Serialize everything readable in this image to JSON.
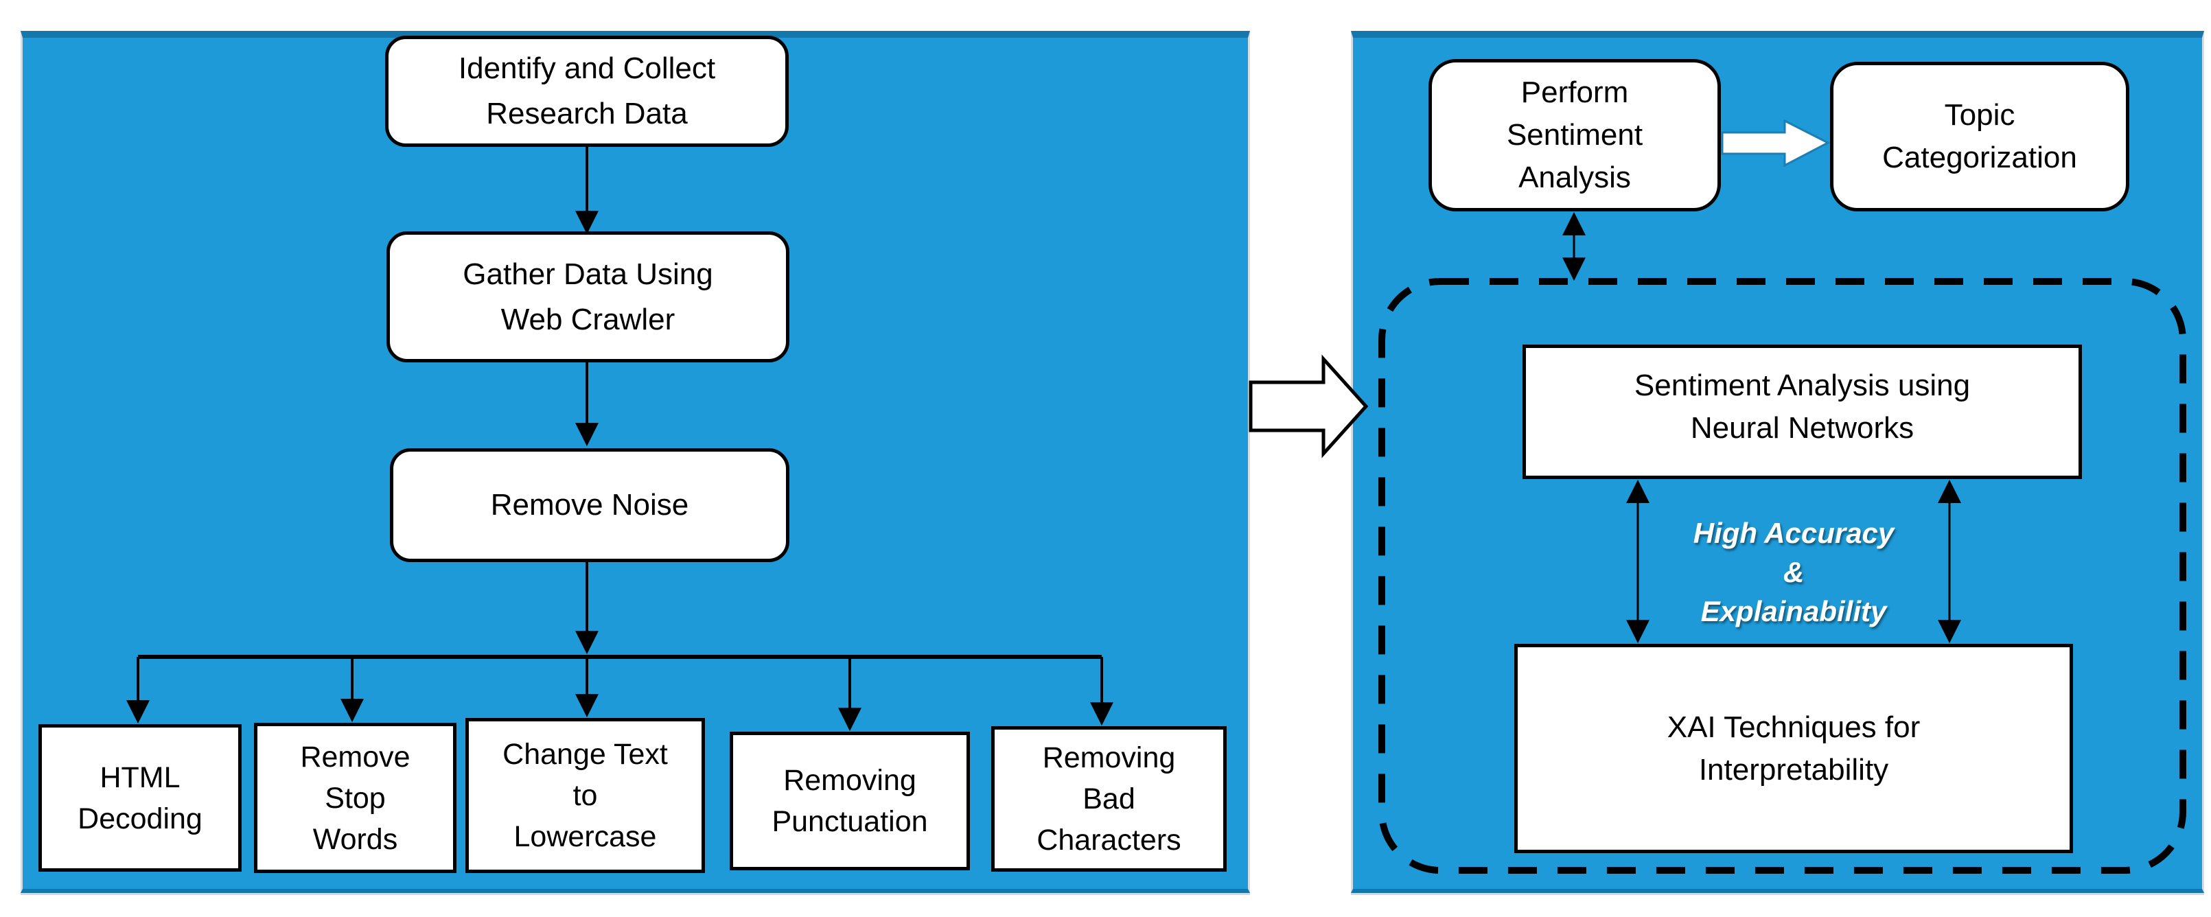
{
  "figure": {
    "left_panel": {
      "flow_boxes": [
        {
          "id": "identify-collect",
          "lines": [
            "Identify and Collect",
            "Research Data"
          ]
        },
        {
          "id": "gather-data",
          "lines": [
            "Gather Data Using",
            "Web Crawler"
          ]
        },
        {
          "id": "remove-noise",
          "lines": [
            "Remove Noise"
          ]
        }
      ],
      "leaf_boxes": [
        {
          "id": "html-decoding",
          "lines": [
            "HTML",
            "Decoding"
          ]
        },
        {
          "id": "remove-stop-words",
          "lines": [
            "Remove",
            "Stop",
            "Words"
          ]
        },
        {
          "id": "change-text-lowercase",
          "lines": [
            "Change Text",
            "to",
            "Lowercase"
          ]
        },
        {
          "id": "removing-punctuation",
          "lines": [
            "Removing",
            "Punctuation"
          ]
        },
        {
          "id": "removing-bad-characters",
          "lines": [
            "Removing",
            "Bad",
            "Characters"
          ]
        }
      ]
    },
    "right_panel": {
      "perform_box": {
        "lines": [
          "Perform",
          "Sentiment",
          "Analysis"
        ]
      },
      "topic_box": {
        "lines": [
          "Topic",
          "Categorization"
        ]
      },
      "nn_box": {
        "lines": [
          "Sentiment Analysis using",
          "Neural Networks"
        ]
      },
      "annotation": {
        "lines": [
          "High Accuracy",
          "&",
          "Explainability"
        ]
      },
      "xai_box": {
        "lines": [
          "XAI Techniques for",
          "Interpretability"
        ]
      }
    },
    "colors": {
      "panel_blue": "#1D9AD7",
      "panel_edge_dark_blue": "#1377AE",
      "connector_black": "#000000",
      "box_fill_white": "#FFFFFF",
      "annotation_text_white": "#FFFFFF",
      "small_arrow_outline_blue": "#1B7FB4"
    }
  }
}
